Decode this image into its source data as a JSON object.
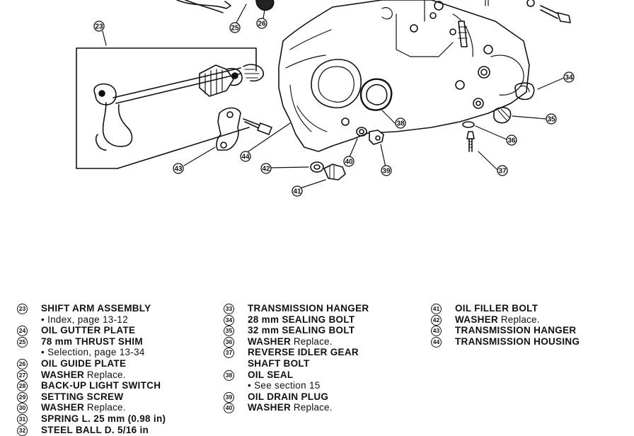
{
  "callouts": {
    "c23": "23",
    "c25": "25",
    "c26": "26",
    "c34": "34",
    "c35": "35",
    "c36": "36",
    "c37": "37",
    "c38": "38",
    "c39": "39",
    "c40": "40",
    "c41": "41",
    "c42": "42",
    "c43": "43",
    "c44": "44"
  },
  "legend": {
    "col1": [
      {
        "num": "23",
        "name": "SHIFT ARM ASSEMBLY",
        "note": "",
        "sub": "• Index, page 13-12"
      },
      {
        "num": "24",
        "name": "OIL GUTTER PLATE",
        "note": "",
        "sub": ""
      },
      {
        "num": "25",
        "name": "78 mm THRUST SHIM",
        "note": "",
        "sub": "• Selection, page 13-34"
      },
      {
        "num": "26",
        "name": "OIL GUIDE PLATE",
        "note": "",
        "sub": ""
      },
      {
        "num": "27",
        "name": "WASHER",
        "note": "Replace.",
        "sub": ""
      },
      {
        "num": "28",
        "name": "BACK-UP LIGHT SWITCH",
        "note": "",
        "sub": ""
      },
      {
        "num": "29",
        "name": "SETTING SCREW",
        "note": "",
        "sub": ""
      },
      {
        "num": "30",
        "name": "WASHER",
        "note": "Replace.",
        "sub": ""
      },
      {
        "num": "31",
        "name": "SPRING L. 25 mm (0.98 in)",
        "note": "",
        "sub": ""
      },
      {
        "num": "32",
        "name": "STEEL BALL D. 5/16 in",
        "note": "",
        "sub": ""
      }
    ],
    "col2": [
      {
        "num": "33",
        "name": "TRANSMISSION HANGER",
        "note": "",
        "sub": ""
      },
      {
        "num": "34",
        "name": "28 mm SEALING BOLT",
        "note": "",
        "sub": ""
      },
      {
        "num": "35",
        "name": "32 mm SEALING BOLT",
        "note": "",
        "sub": ""
      },
      {
        "num": "36",
        "name": "WASHER",
        "note": "Replace.",
        "sub": ""
      },
      {
        "num": "37",
        "name": "REVERSE IDLER GEAR",
        "note": "",
        "sub": "SHAFT BOLT",
        "subBold": true
      },
      {
        "num": "38",
        "name": "OIL SEAL",
        "note": "",
        "sub": "• See section 15"
      },
      {
        "num": "39",
        "name": "OIL DRAIN PLUG",
        "note": "",
        "sub": ""
      },
      {
        "num": "40",
        "name": "WASHER",
        "note": "Replace.",
        "sub": ""
      }
    ],
    "col3": [
      {
        "num": "41",
        "name": "OIL FILLER BOLT",
        "note": "",
        "sub": ""
      },
      {
        "num": "42",
        "name": "WASHER",
        "note": "Replace.",
        "sub": ""
      },
      {
        "num": "43",
        "name": "TRANSMISSION HANGER",
        "note": "",
        "sub": ""
      },
      {
        "num": "44",
        "name": "TRANSMISSION HOUSING",
        "note": "",
        "sub": ""
      }
    ]
  }
}
